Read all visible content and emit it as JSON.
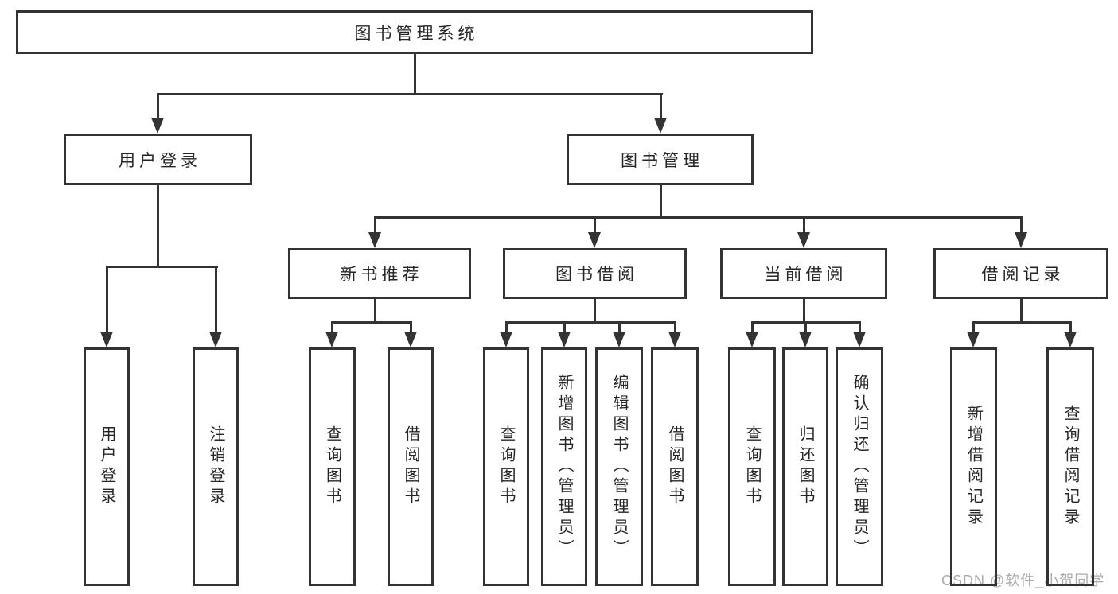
{
  "diagram": {
    "root": {
      "label": "图书管理系统"
    },
    "branches": [
      {
        "label": "用户登录",
        "children": [
          {
            "label": "用户登录"
          },
          {
            "label": "注销登录"
          }
        ]
      },
      {
        "label": "图书管理",
        "children": [
          {
            "label": "新书推荐",
            "children": [
              {
                "label": "查询图书"
              },
              {
                "label": "借阅图书"
              }
            ]
          },
          {
            "label": "图书借阅",
            "children": [
              {
                "label": "查询图书"
              },
              {
                "label": "新增图书（管理员）"
              },
              {
                "label": "编辑图书（管理员）"
              },
              {
                "label": "借阅图书"
              }
            ]
          },
          {
            "label": "当前借阅",
            "children": [
              {
                "label": "查询图书"
              },
              {
                "label": "归还图书"
              },
              {
                "label": "确认归还（管理员）"
              }
            ]
          },
          {
            "label": "借阅记录",
            "children": [
              {
                "label": "新增借阅记录"
              },
              {
                "label": "查询借阅记录"
              }
            ]
          }
        ]
      }
    ]
  },
  "watermark": {
    "text": "CSDN @软件_小贺同学"
  },
  "colors": {
    "line": "#333333",
    "text": "#262626",
    "watermark": "#ababab",
    "background": "#ffffff"
  }
}
